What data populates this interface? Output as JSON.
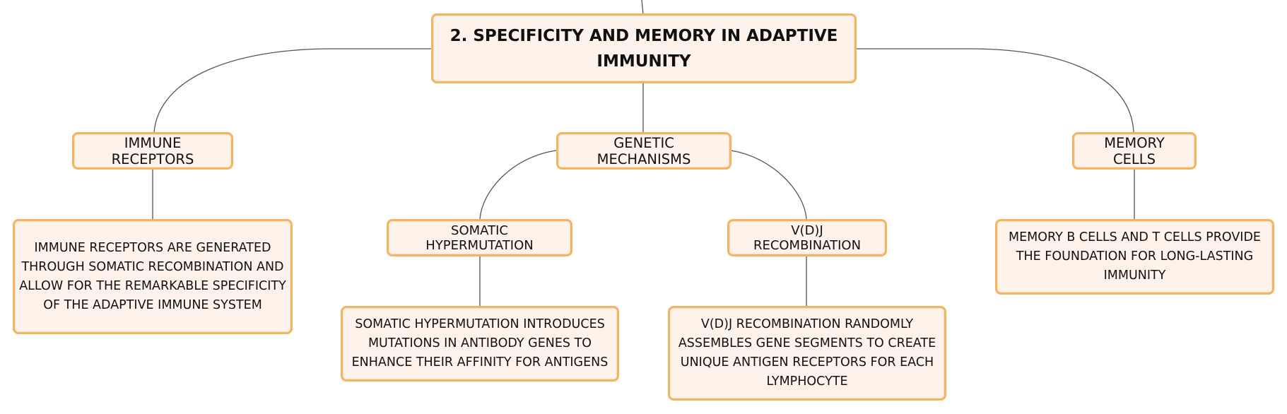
{
  "diagram": {
    "root": {
      "label": "2. SPECIFICITY AND MEMORY IN ADAPTIVE IMMUNITY"
    },
    "topics": {
      "immune_receptors": {
        "label": "IMMUNE RECEPTORS",
        "detail": "IMMUNE RECEPTORS ARE GENERATED THROUGH SOMATIC RECOMBINATION AND ALLOW FOR THE REMARKABLE SPECIFICITY OF THE ADAPTIVE IMMUNE SYSTEM"
      },
      "genetic_mechanisms": {
        "label": "GENETIC MECHANISMS",
        "somatic_hypermutation": {
          "label": "SOMATIC HYPERMUTATION",
          "detail": "SOMATIC HYPERMUTATION INTRODUCES MUTATIONS IN ANTIBODY GENES TO ENHANCE THEIR AFFINITY FOR ANTIGENS"
        },
        "vdj_recombination": {
          "label": "V(D)J RECOMBINATION",
          "detail": "V(D)J RECOMBINATION RANDOMLY ASSEMBLES GENE SEGMENTS TO CREATE UNIQUE ANTIGEN RECEPTORS FOR EACH LYMPHOCYTE"
        }
      },
      "memory_cells": {
        "label": "MEMORY CELLS",
        "detail": "MEMORY B CELLS AND T CELLS PROVIDE THE FOUNDATION FOR LONG-LASTING IMMUNITY"
      }
    },
    "colors": {
      "node_border": "#f5b463",
      "node_fill": "#fdf3ea",
      "connector": "#555555",
      "text": "#111111"
    }
  }
}
